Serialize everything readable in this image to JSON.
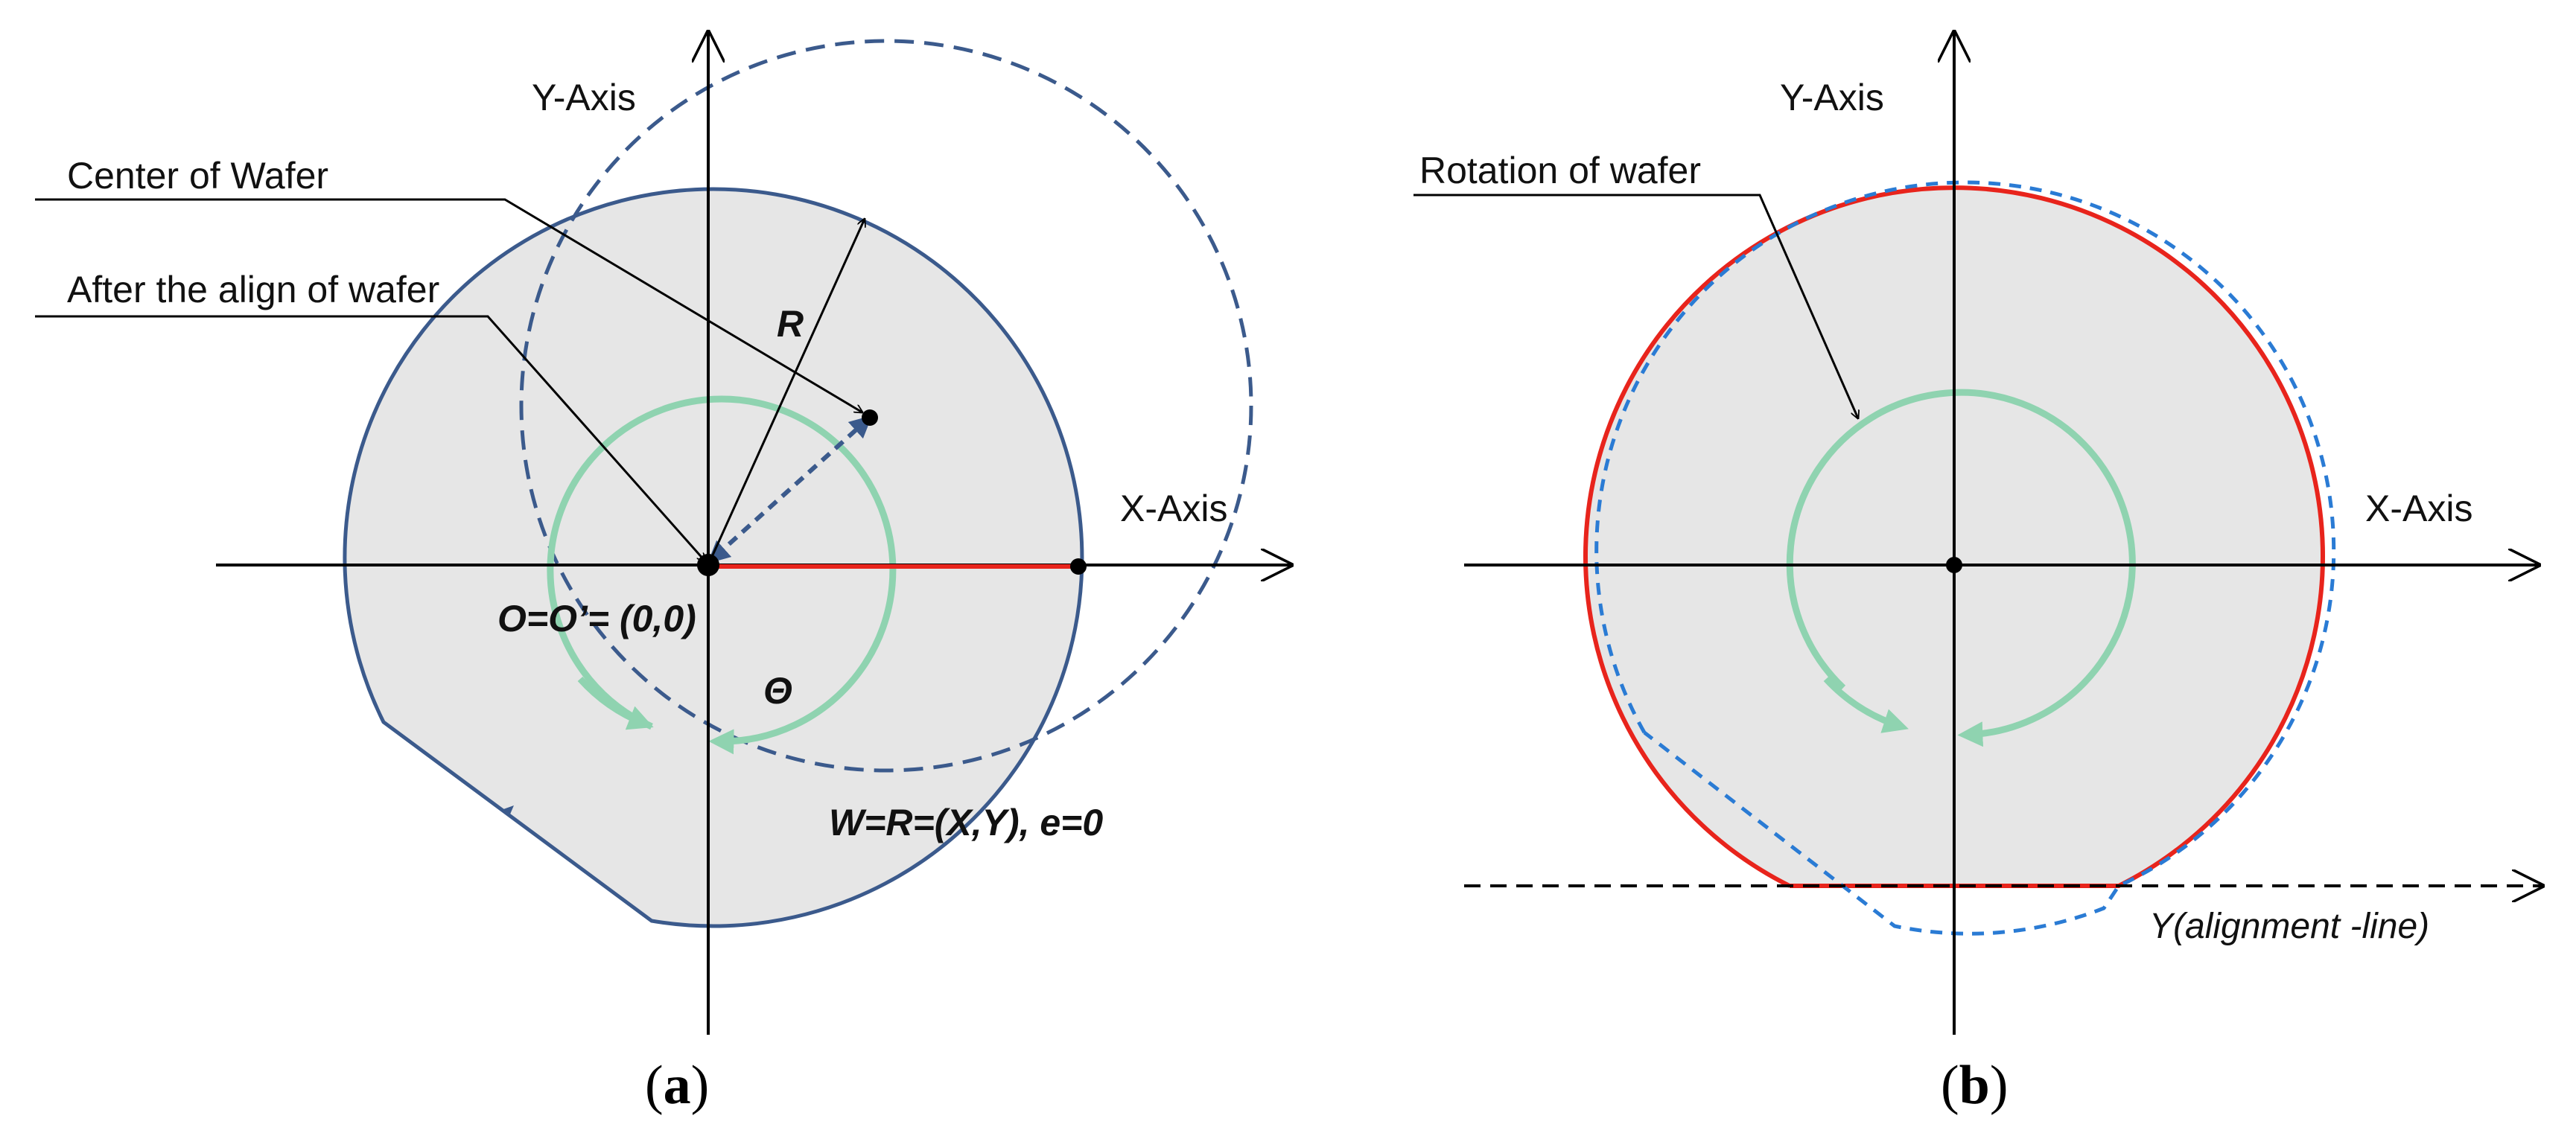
{
  "panel_a": {
    "y_axis_label": "Y-Axis",
    "x_axis_label": "X-Axis",
    "callout_center": "Center of Wafer",
    "callout_align": "After the align of wafer",
    "radius_label": "R",
    "origin_label": "O=O’= (0,0)",
    "theta_label": "Θ",
    "w_label": "W=R=(X,Y), e=0",
    "caption_open": "(",
    "caption_letter": "a",
    "caption_close": ")"
  },
  "panel_b": {
    "y_axis_label": "Y-Axis",
    "x_axis_label": "X-Axis",
    "callout_rotation": "Rotation of wafer",
    "alignment_label": "Y(alignment -line)",
    "caption_open": "(",
    "caption_letter": "b",
    "caption_close": ")"
  },
  "colors": {
    "wafer_fill": "#e6e6e6",
    "wafer_outline": "#3b5a8c",
    "dashed_circle": "#3b5a8c",
    "rotation_arrow": "#8fd3b0",
    "radius_line": "#e8241c",
    "dashed_blue_b": "#2a7bd4",
    "axis": "#000000",
    "gridline": "#a0a0a0"
  }
}
